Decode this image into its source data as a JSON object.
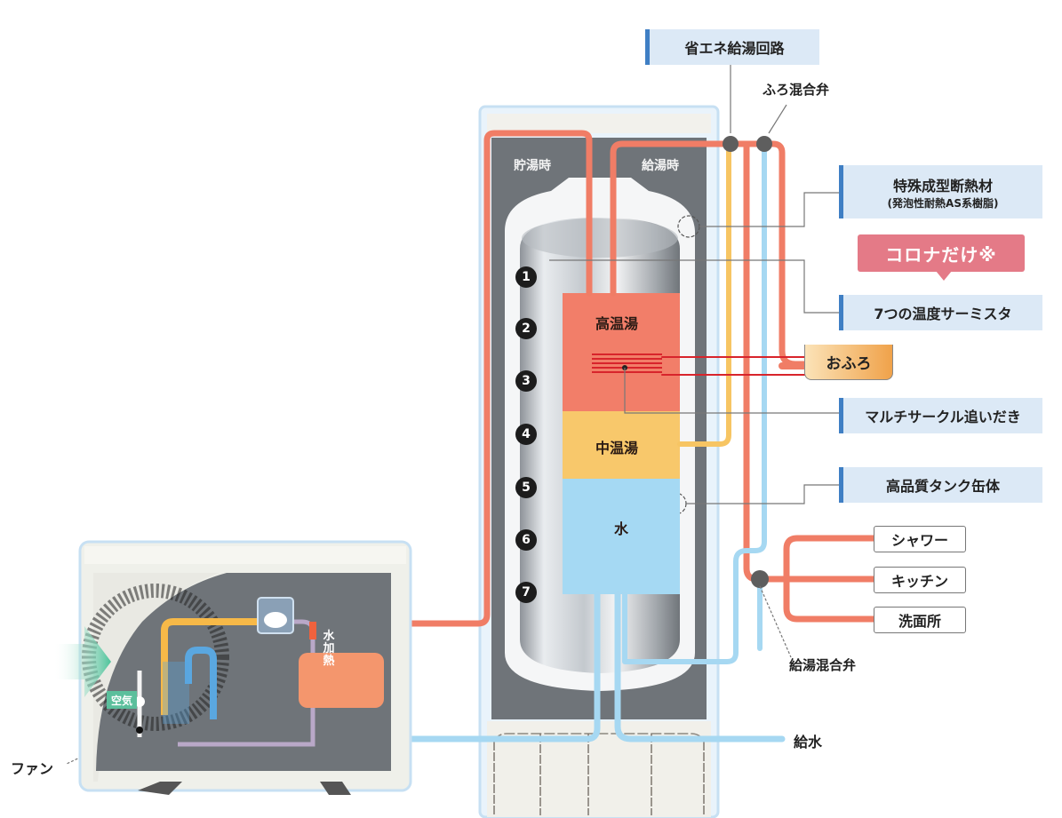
{
  "colors": {
    "hot_pipe": "#f07d66",
    "warm_pipe": "#f7c563",
    "cold_pipe": "#a6d8f2",
    "hot_layer": "#f27e69",
    "mid_layer": "#f8c86b",
    "water_layer": "#a5d9f3",
    "callout_bg": "#dce9f6",
    "callout_bar": "#3f7fc4",
    "badge_pink": "#e47a87",
    "panel_dark": "#6f7479",
    "air_arrow": "#4cc39a"
  },
  "callouts": {
    "energy_saving_circuit": "省エネ給湯回路",
    "insulation_title": "特殊成型断熱材",
    "insulation_sub": "(発泡性耐熱AS系樹脂)",
    "thermistor": "7つの温度サーミスタ",
    "multi_circle": "マルチサークル追いだき",
    "tank_body": "高品質タンク缶体"
  },
  "badge": {
    "corona_only": "コロナだけ※"
  },
  "labels": {
    "bath_mixing_valve": "ふろ混合弁",
    "hot_supply_mixing_valve": "給湯混合弁",
    "water_supply": "給水",
    "fan": "ファン",
    "bath": "おふろ",
    "storage_mode": "貯湯時",
    "supply_mode": "給湯時",
    "water_heating": "水加熱",
    "air": "空気"
  },
  "tank_layers": {
    "high_temp": "高温湯",
    "mid_temp": "中温湯",
    "water": "水"
  },
  "sensors": [
    "1",
    "2",
    "3",
    "4",
    "5",
    "6",
    "7"
  ],
  "outlets": [
    "シャワー",
    "キッチン",
    "洗面所"
  ]
}
